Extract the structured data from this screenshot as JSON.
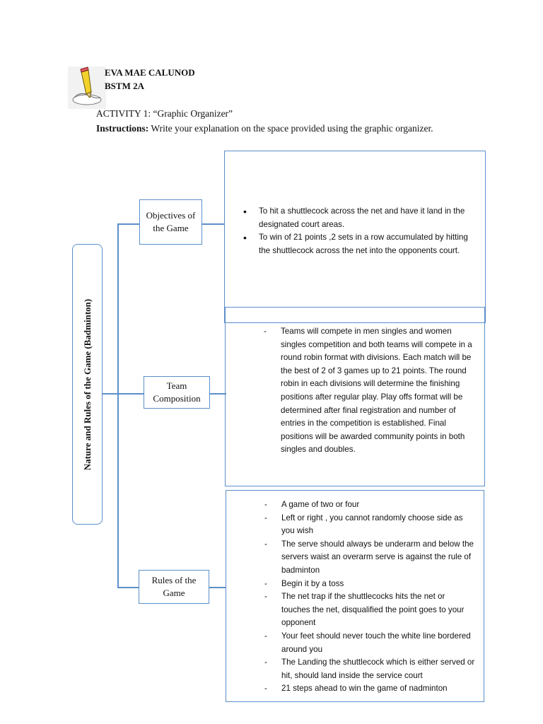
{
  "header": {
    "name": "EVA MAE CALUNOD",
    "section": "BSTM 2A",
    "activity": "ACTIVITY 1: “Graphic Organizer”",
    "instructions_label": "Instructions:",
    "instructions_text": " Write your explanation on the space provided using the graphic organizer."
  },
  "organizer": {
    "main_topic": "Nature and Rules of the Game (Badminton)",
    "branches": [
      {
        "label": "Objectives of the Game",
        "items": [
          "To hit a shuttlecock across the net and have it land in the designated court areas.",
          "To win of 21 points ,2 sets in a row accumulated by hitting the shuttlecock across the net into the opponents court."
        ]
      },
      {
        "label": "Team Composition",
        "items": [
          "Teams will compete in men singles and women singles competition and both teams will compete in a round robin format with divisions. Each match will be the best of 2 of 3 games up to 21 points. The round robin in each divisions will determine the finishing positions after regular play. Play offs format will be determined after final registration and number of entries in the competition is established. Final positions will be awarded community points in both singles and doubles."
        ]
      },
      {
        "label": "Rules of the Game",
        "items": [
          "A game of two or four",
          "Left or right , you cannot randomly choose side as you wish",
          "The serve should always be underarm and below the servers waist an overarm serve is against the rule of badminton",
          "Begin it by a toss",
          "The net trap if the shuttlecocks hits the net or touches the net, disqualified the point goes to your opponent",
          "Your feet should never touch the white line bordered around you",
          "The Landing the shuttlecock which is either served or hit, should land inside the service court",
          "21 steps ahead to win the game of nadminton"
        ]
      }
    ]
  }
}
